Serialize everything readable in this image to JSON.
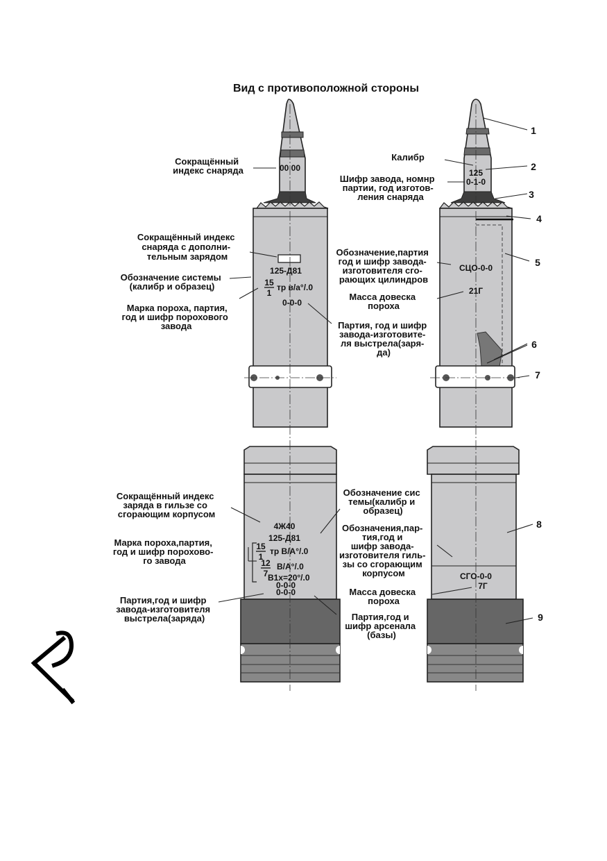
{
  "title": "Вид с противоположной стороны",
  "colors": {
    "body": "#c9c9cb",
    "dark": "#666666",
    "darker": "#3e3e3e",
    "ink": "#222222"
  },
  "projectile_left": {
    "index_label": [
      "Сокращённый",
      "индекс снаряда"
    ],
    "marking": "00 00"
  },
  "projectile_right": {
    "caliber_label": "Калибр",
    "caliber_marking": "125",
    "factory_label": [
      "Шифр завода, номнр",
      "партии, год изготов-",
      "ления снаряда"
    ],
    "factory_marking": "0-1-0"
  },
  "charge_left": {
    "extra_index_label": [
      "Сокращённый индекс",
      "снаряда с дополни-",
      "тельным зарядом"
    ],
    "system_marking": "125-Д81",
    "system_label": [
      "Обозначение системы",
      "(калибр и образец)"
    ],
    "powder_num": "15",
    "powder_den": "1",
    "powder_rest": "тр в/а°/.0",
    "powder_label": [
      "Марка пороха, партия,",
      "год и шифр порохового",
      "завода"
    ],
    "batch_marking": "0-0-0",
    "batch_label": [
      "Партия, год и шифр",
      "завода-изготовите-",
      "ля выстрела(заря-",
      "да)"
    ]
  },
  "charge_right": {
    "cyl_label": [
      "Обозначение,партия",
      "год и шифр завода-",
      "изготовителя сго-",
      "рающих цилиндров"
    ],
    "cyl_marking": "СЦО-0-0",
    "mass_label": [
      "Масса довеска",
      "пороха"
    ],
    "mass_marking": "21Г"
  },
  "case_left": {
    "index_label": [
      "Сокращённый индекс",
      "заряда в гильзе со",
      "сгорающим корпусом"
    ],
    "index_marking": "4Ж40",
    "system_marking": "125-Д81",
    "system_label": [
      "Обозначение сис",
      "темы(калибр и",
      "образец)"
    ],
    "powder_label": [
      "Марка пороха,партия,",
      "год и шифр порохово-",
      "го завода"
    ],
    "p1_num": "15",
    "p1_den": "1",
    "p1_rest": "тр В/А°/.0",
    "p2_num": "12",
    "p2_den": "7",
    "p2_rest": "В/А°/.0",
    "p3": "В1х=20°/.0",
    "batch1": "0-0-0",
    "batch2": "0-0-0",
    "batch_label": [
      "Партия,год и шифр",
      "завода-изготовителя",
      "выстрела(заряда)"
    ],
    "arsenal_label": [
      "Партия,год и",
      "шифр арсенала",
      "(базы)"
    ]
  },
  "case_right": {
    "case_label": [
      "Обозначения,пар-",
      "тия,год и",
      "шифр завода-",
      "изготовителя гиль-",
      "зы со сгорающим",
      "корпусом"
    ],
    "case_marking": "СГО-0-0",
    "mass_label": [
      "Масса довеска",
      "пороха"
    ],
    "mass_marking": "7Г"
  },
  "callouts": [
    "1",
    "2",
    "3",
    "4",
    "5",
    "6",
    "7",
    "8",
    "9"
  ]
}
